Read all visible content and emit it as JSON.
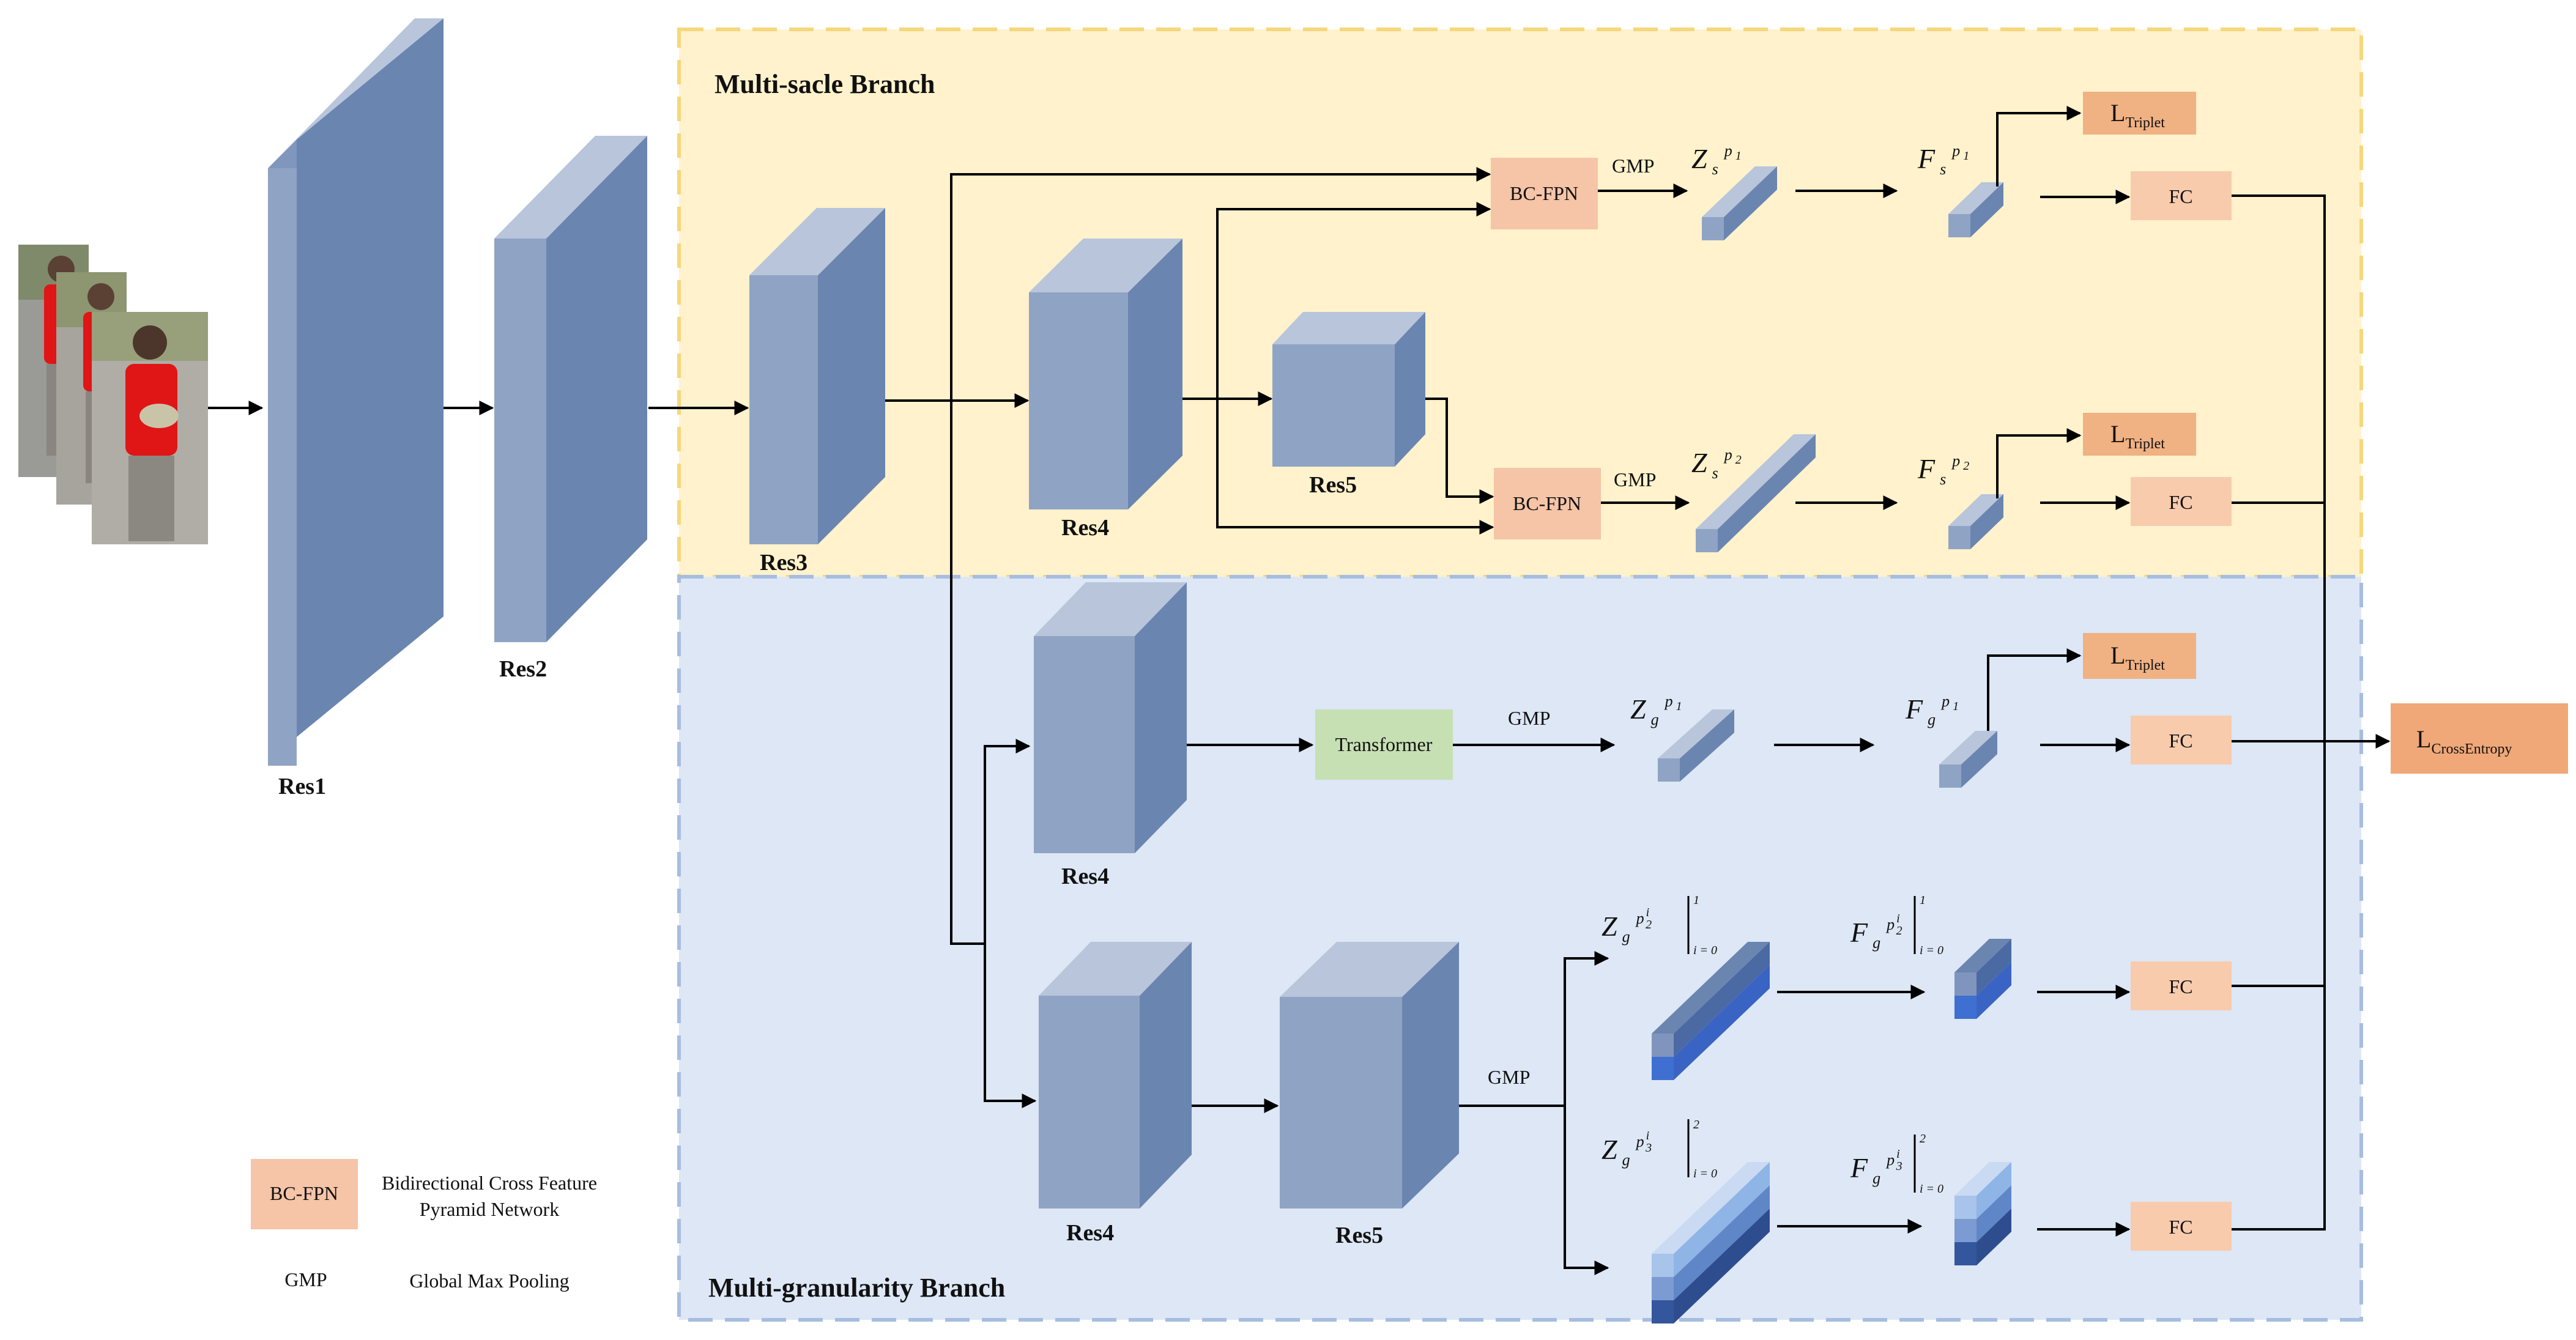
{
  "branches": {
    "multi_scale": "Multi-sacle Branch",
    "multi_granularity": "Multi-granularity Branch"
  },
  "blocks": {
    "res1": "Res1",
    "res2": "Res2",
    "res3": "Res3",
    "res4": "Res4",
    "res5": "Res5"
  },
  "ops": {
    "bcfpn": "BC-FPN",
    "gmp": "GMP",
    "transformer": "Transformer",
    "fc": "FC"
  },
  "features": {
    "Z": "Z",
    "F": "F",
    "s": "s",
    "g": "g",
    "p1": "p",
    "p1_sub": "1",
    "p2_sub": "2",
    "p3_sub": "3",
    "i_sup": "i",
    "range1": "1",
    "range2": "2",
    "i_eq_0": "i = 0"
  },
  "losses": {
    "L": "L",
    "triplet_sub": "Triplet",
    "ce_sub": "CrossEntropy"
  },
  "legend": {
    "bcfpn_label": "BC-FPN",
    "bcfpn_desc_1": "Bidirectional Cross Feature",
    "bcfpn_desc_2": "Pyramid Network",
    "gmp_label": "GMP",
    "gmp_desc": "Global Max Pooling"
  },
  "colors": {
    "multi_scale_bg": "#fff2cc",
    "multi_scale_border": "#f5d77c",
    "multi_granularity_bg": "#dde7f5",
    "multi_granularity_border": "#a7bde0",
    "block_front": "#8fa4c4",
    "block_side": "#6a85b0",
    "block_top": "#b8c5db",
    "bcfpn": "#f6c4a7",
    "fc": "#f8cbad",
    "transformer": "#c6e0b4",
    "triplet": "#f0b183",
    "cross_entropy": "#f0a878"
  }
}
